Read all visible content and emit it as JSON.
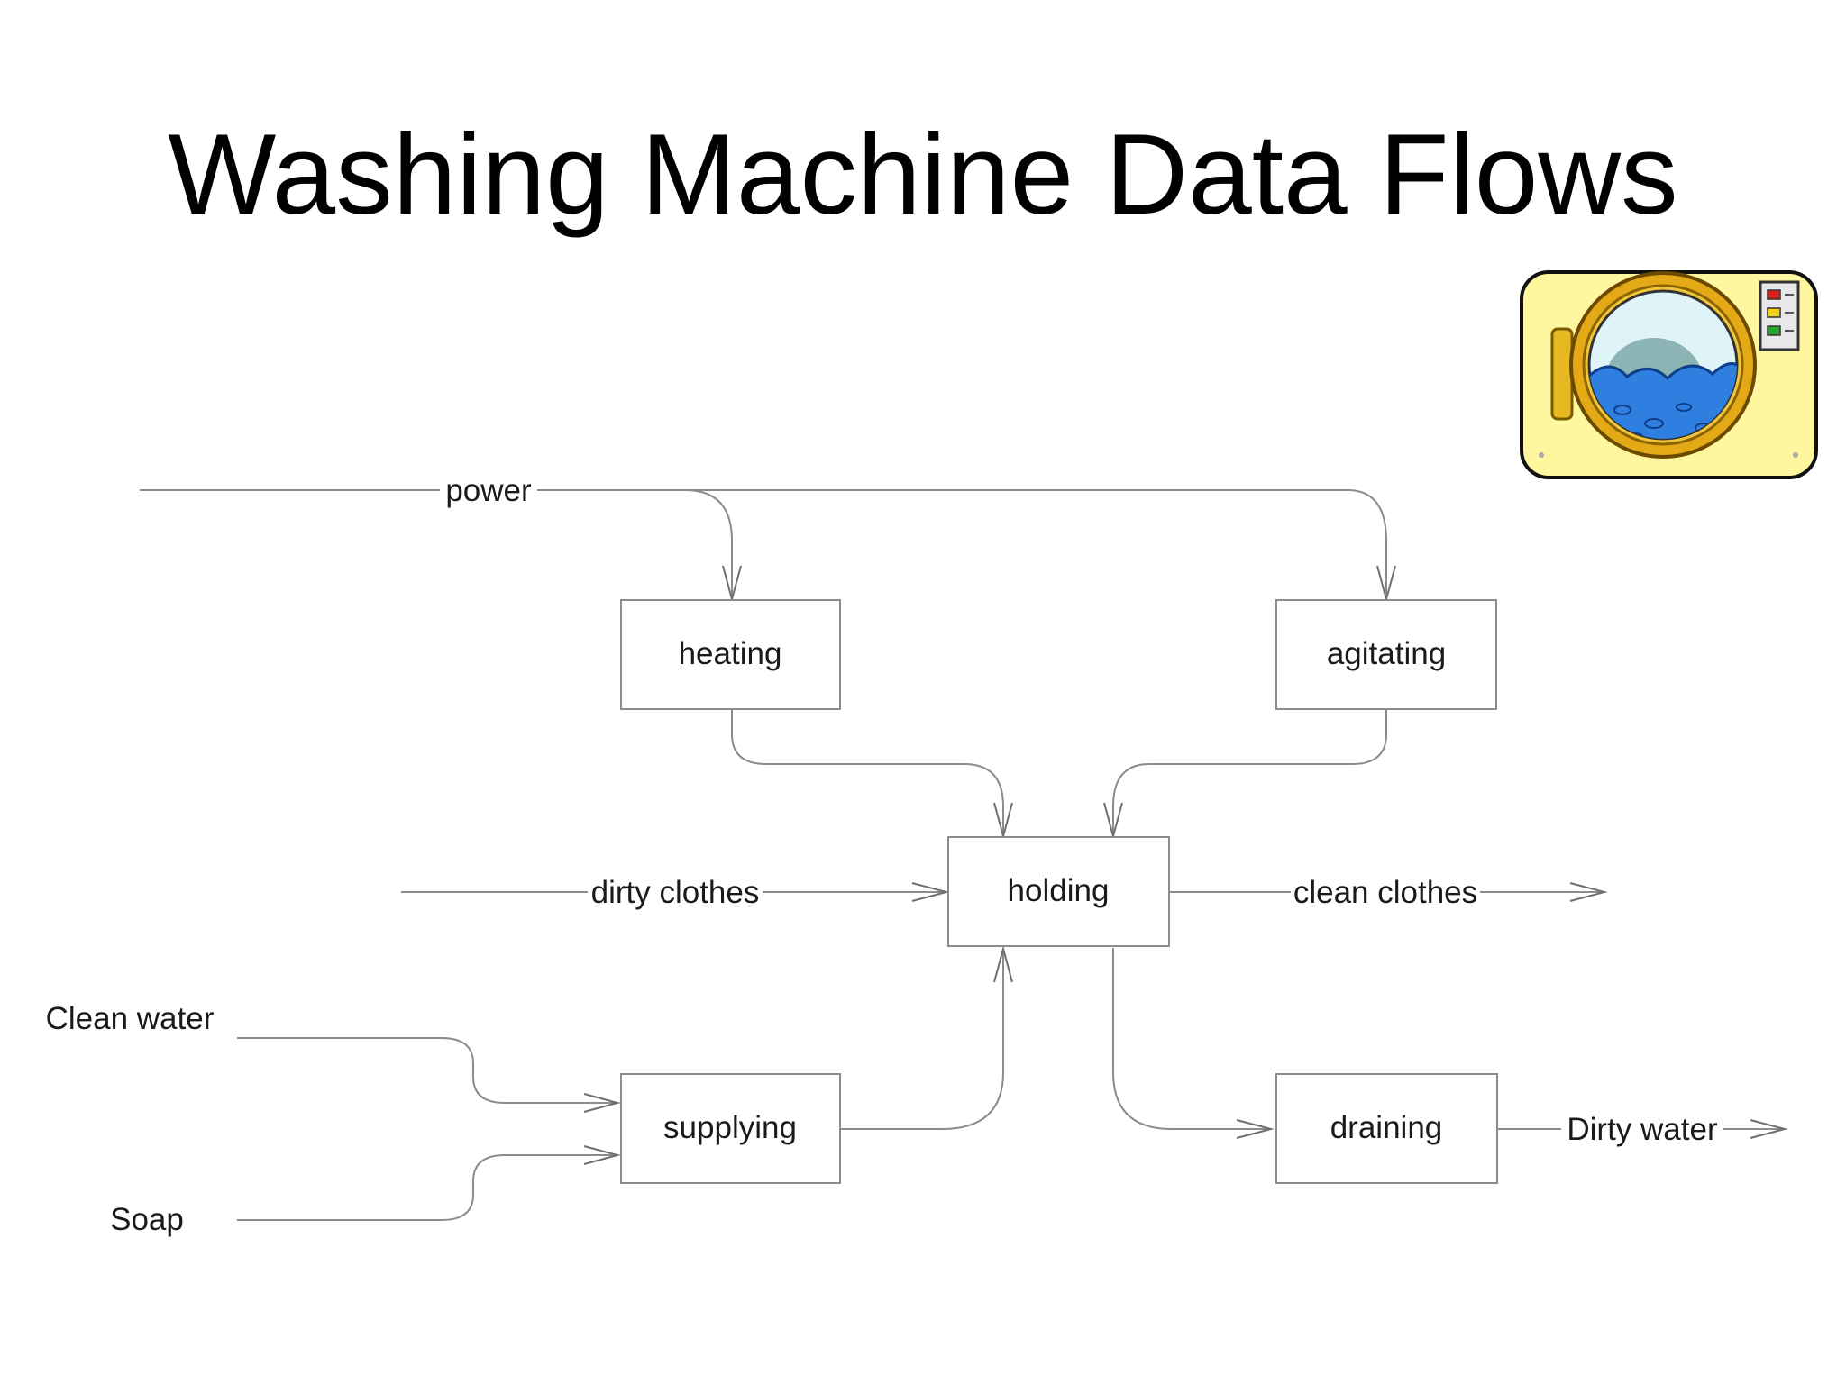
{
  "title": "Washing Machine Data Flows",
  "colors": {
    "line": "#8c8c8c",
    "box_border": "#8c8c8c",
    "text": "#1a1a1a",
    "icon_background": "#fff6a0",
    "icon_water": "#2f7fe0",
    "icon_frame": "#d9a514"
  },
  "icon": "washing-machine-icon",
  "processes": {
    "heating": "heating",
    "agitating": "agitating",
    "holding": "holding",
    "supplying": "supplying",
    "draining": "draining"
  },
  "flows": {
    "power": "power",
    "dirty_clothes": "dirty clothes",
    "clean_clothes": "clean clothes",
    "clean_water": "Clean water",
    "soap": "Soap",
    "dirty_water": "Dirty water"
  }
}
